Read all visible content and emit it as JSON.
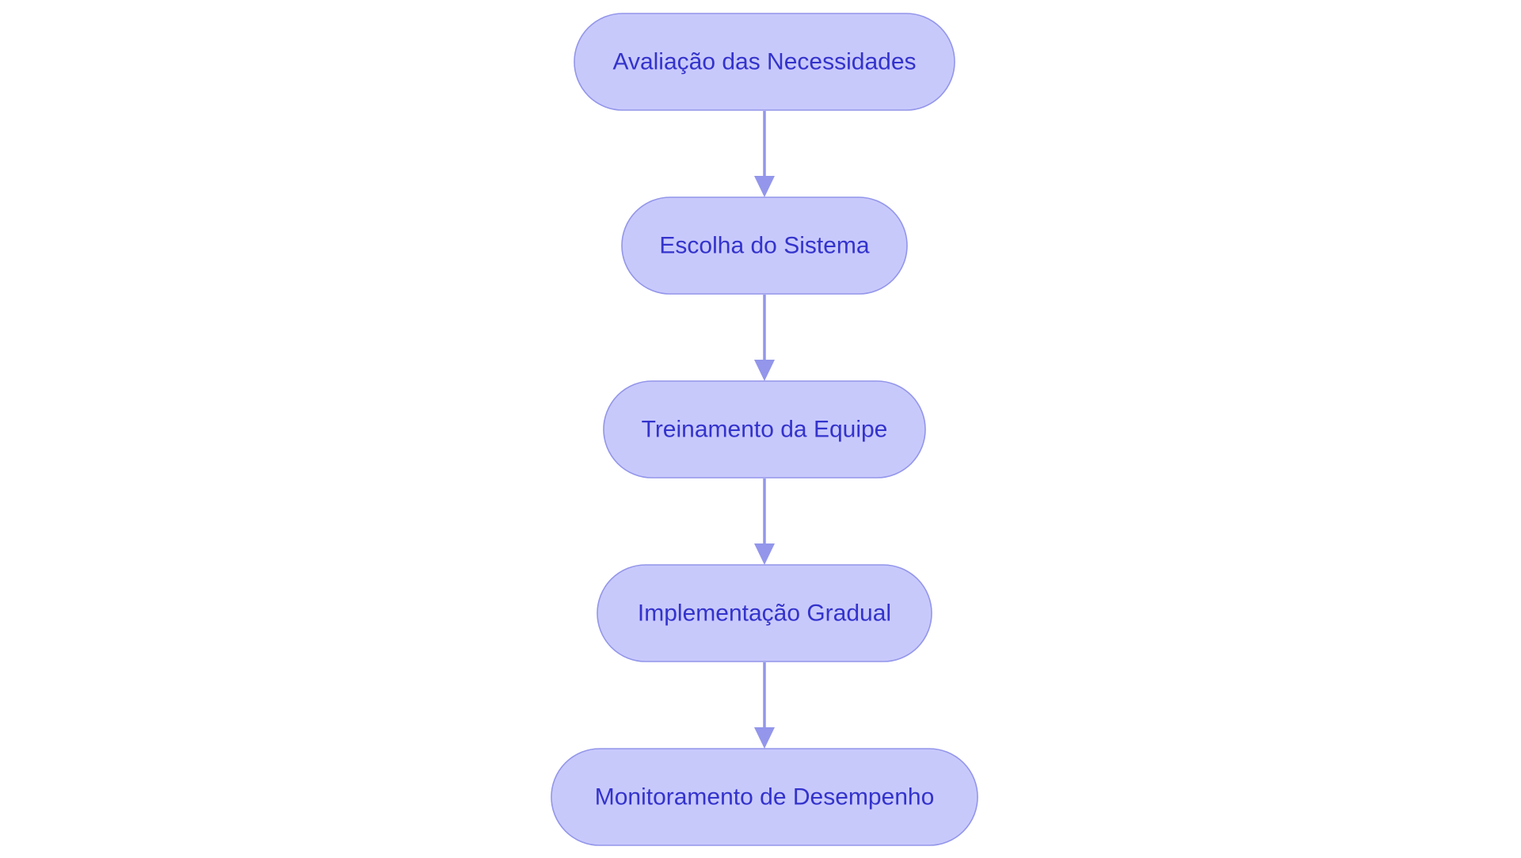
{
  "diagram": {
    "type": "flowchart",
    "direction": "top-to-bottom",
    "colors": {
      "node_fill": "#c8c9fb",
      "node_stroke": "#9396ea",
      "label_text": "#3333cc",
      "edge": "#9396ea"
    },
    "nodes": [
      {
        "id": "n1",
        "label": "Avaliação das Necessidades"
      },
      {
        "id": "n2",
        "label": "Escolha do Sistema"
      },
      {
        "id": "n3",
        "label": "Treinamento da Equipe"
      },
      {
        "id": "n4",
        "label": "Implementação Gradual"
      },
      {
        "id": "n5",
        "label": "Monitoramento de Desempenho"
      }
    ],
    "edges": [
      {
        "from": "n1",
        "to": "n2"
      },
      {
        "from": "n2",
        "to": "n3"
      },
      {
        "from": "n3",
        "to": "n4"
      },
      {
        "from": "n4",
        "to": "n5"
      }
    ]
  }
}
